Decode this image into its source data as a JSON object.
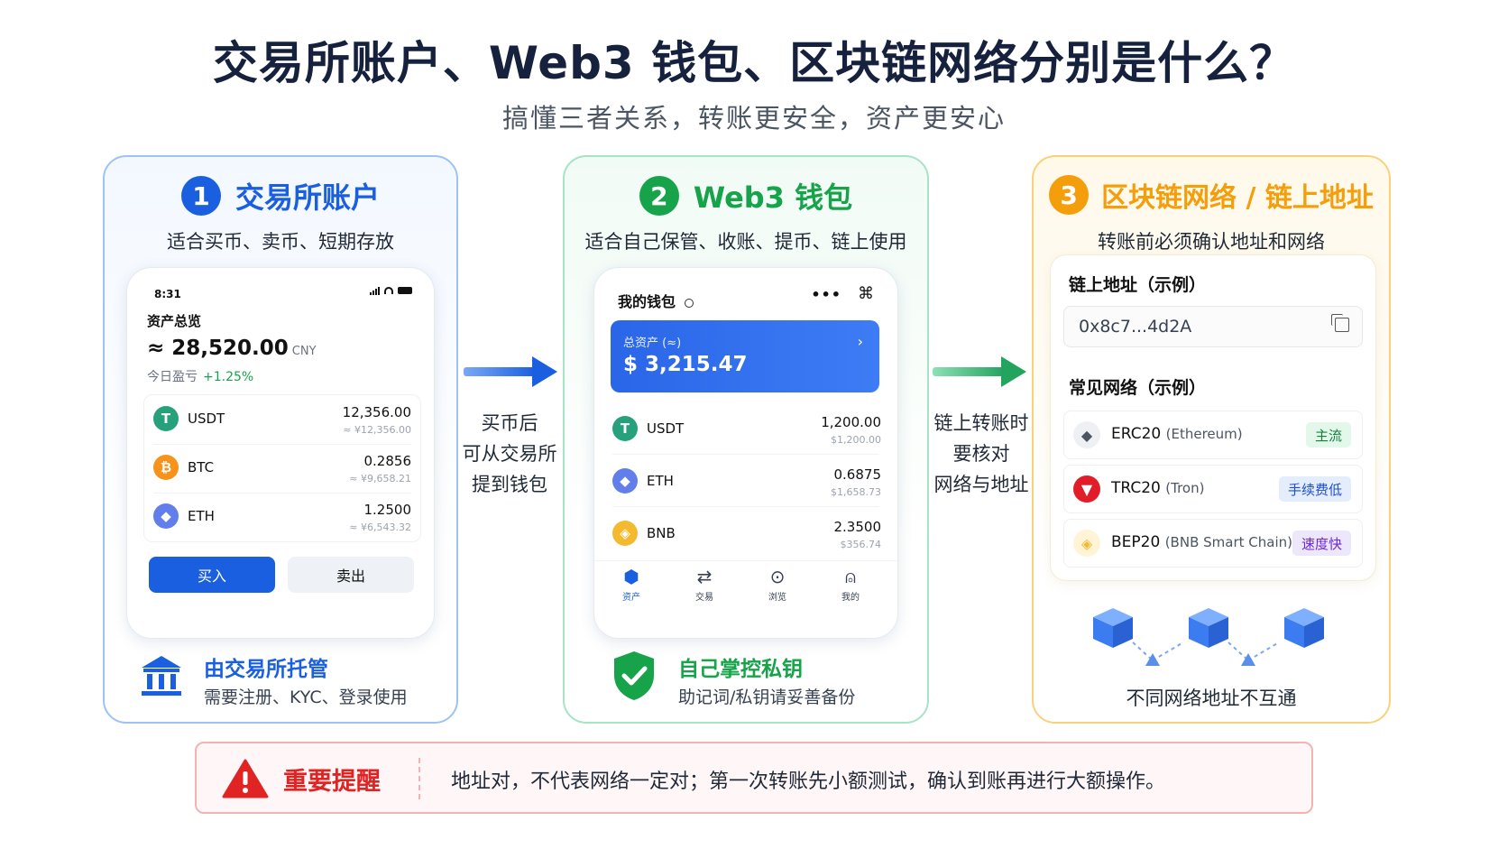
{
  "title": "交易所账户、Web3 钱包、区块链网络分别是什么？",
  "subtitle": "搞懂三者关系，转账更安全，资产更安心",
  "panel1": {
    "number": "1",
    "title": "交易所账户",
    "subtitle": "适合买币、卖币、短期存放",
    "phone": {
      "time": "8:31",
      "overview_label": "资产总览",
      "total": "≈ 28,520.00",
      "currency": "CNY",
      "pnl_label": "今日盈亏",
      "pnl_value": "+1.25%",
      "assets": [
        {
          "name": "USDT",
          "amount": "12,356.00",
          "sub": "≈ ¥12,356.00",
          "glyph": "T",
          "color": "#26a17b"
        },
        {
          "name": "BTC",
          "amount": "0.2856",
          "sub": "≈ ¥9,658.21",
          "glyph": "₿",
          "color": "#f7931a"
        },
        {
          "name": "ETH",
          "amount": "1.2500",
          "sub": "≈ ¥6,543.32",
          "glyph": "◆",
          "color": "#627eea"
        }
      ],
      "buy_label": "买入",
      "sell_label": "卖出"
    },
    "footer_title": "由交易所托管",
    "footer_sub": "需要注册、KYC、登录使用",
    "accent": "#1a5fe0"
  },
  "arrow1_text": [
    "买币后",
    "可从交易所",
    "提到钱包"
  ],
  "panel2": {
    "number": "2",
    "title": "Web3 钱包",
    "subtitle": "适合自己保管、收账、提币、链上使用",
    "phone": {
      "header": "我的钱包",
      "total_label": "总资产 (≈)",
      "total_value": "$ 3,215.47",
      "assets": [
        {
          "name": "USDT",
          "amount": "1,200.00",
          "sub": "$1,200.00",
          "glyph": "T",
          "color": "#26a17b"
        },
        {
          "name": "ETH",
          "amount": "0.6875",
          "sub": "$1,658.73",
          "glyph": "◆",
          "color": "#627eea"
        },
        {
          "name": "BNB",
          "amount": "2.3500",
          "sub": "$356.74",
          "glyph": "◈",
          "color": "#f3ba2f"
        }
      ],
      "nav": [
        "资产",
        "交易",
        "浏览",
        "我的"
      ]
    },
    "footer_title": "自己掌控私钥",
    "footer_sub": "助记词/私钥请妥善备份",
    "accent": "#16a34a"
  },
  "arrow2_text": [
    "链上转账时",
    "要核对",
    "网络与地址"
  ],
  "panel3": {
    "number": "3",
    "title": "区块链网络 / 链上地址",
    "subtitle": "转账前必须确认地址和网络",
    "address_label": "链上地址（示例）",
    "address_value": "0x8c7...4d2A",
    "networks_label": "常见网络（示例）",
    "networks": [
      {
        "name": "ERC20",
        "detail": "(Ethereum)",
        "tag": "主流",
        "glyph": "◆",
        "color": "#4b5563",
        "tag_bg": "#e3f7ea",
        "tag_color": "#15803d"
      },
      {
        "name": "TRC20",
        "detail": "(Tron)",
        "tag": "手续费低",
        "glyph": "▼",
        "color": "#e11d2a",
        "tag_bg": "#e4edfc",
        "tag_color": "#1d4ed8"
      },
      {
        "name": "BEP20",
        "detail": "(BNB Smart Chain)",
        "tag": "速度快",
        "glyph": "◈",
        "color": "#f3ba2f",
        "tag_bg": "#ede7fb",
        "tag_color": "#6d28d9"
      }
    ],
    "footer": "不同网络地址不互通",
    "accent": "#f59e0b"
  },
  "reminder": {
    "title": "重要提醒",
    "text": "地址对，不代表网络一定对；第一次转账先小额测试，确认到账再进行大额操作。"
  }
}
